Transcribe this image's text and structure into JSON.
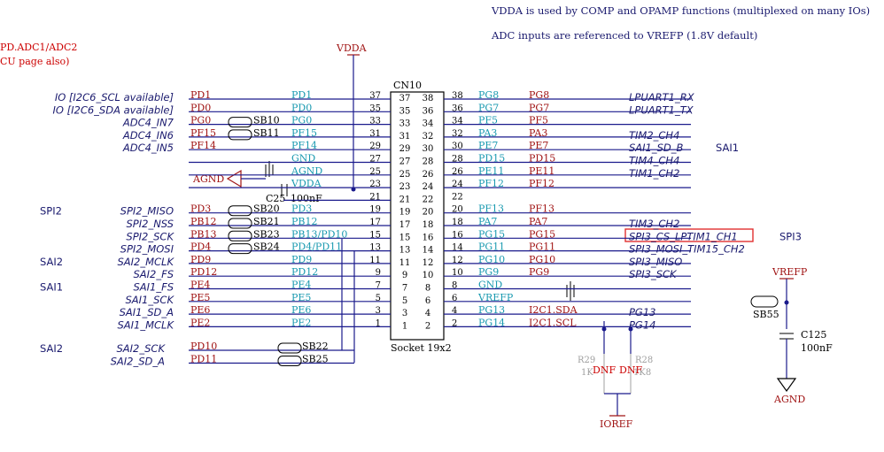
{
  "notes": {
    "vdda_note": "VDDA is used by COMP and OPAMP functions (multiplexed on many IOs)",
    "adc_note": "ADC inputs are referenced to VREFP (1.8V default)",
    "red_note_1": "PD.ADC1/ADC2",
    "red_note_2": "CU page also)"
  },
  "connector": {
    "ref": "CN10",
    "footprint": "Socket 19x2"
  },
  "power": {
    "vdda": "VDDA",
    "agnd": "AGND",
    "vrefp": "VREFP",
    "ioref": "IOREF",
    "c25": "C25",
    "c25_val": "100nF",
    "c125": "C125",
    "c125_val": "100nF",
    "sb55": "SB55",
    "r29": "R29",
    "r29_val": "1K",
    "r28": "R28",
    "r28_val": "1K8",
    "dnf1": "DNF",
    "dnf2": "DNF"
  },
  "left_rows": [
    {
      "group": "",
      "func": "IO [I2C6_SCL available]",
      "sig": "PD1",
      "sb": "",
      "net": "PD1",
      "pin": "37",
      "ipin": "37"
    },
    {
      "group": "",
      "func": "IO [I2C6_SDA available]",
      "sig": "PD0",
      "sb": "",
      "net": "PD0",
      "pin": "35",
      "ipin": "35"
    },
    {
      "group": "",
      "func": "ADC4_IN7",
      "sig": "PG0",
      "sb": "SB10",
      "net": "PG0",
      "pin": "33",
      "ipin": "33"
    },
    {
      "group": "",
      "func": "ADC4_IN6",
      "sig": "PF15",
      "sb": "SB11",
      "net": "PF15",
      "pin": "31",
      "ipin": "31"
    },
    {
      "group": "",
      "func": "ADC4_IN5",
      "sig": "PF14",
      "sb": "",
      "net": "PF14",
      "pin": "29",
      "ipin": "29"
    },
    {
      "group": "",
      "func": "",
      "sig": "",
      "sb": "",
      "net": "GND",
      "pin": "27",
      "ipin": "27"
    },
    {
      "group": "",
      "func": "",
      "sig": "",
      "sb": "",
      "net": "AGND",
      "pin": "25",
      "ipin": "25"
    },
    {
      "group": "",
      "func": "",
      "sig": "",
      "sb": "",
      "net": "VDDA",
      "pin": "23",
      "ipin": "23"
    },
    {
      "group": "",
      "func": "",
      "sig": "",
      "sb": "",
      "net": "",
      "pin": "21",
      "ipin": "21"
    },
    {
      "group": "SPI2",
      "func": "SPI2_MISO",
      "sig": "PD3",
      "sb": "SB20",
      "net": "PD3",
      "pin": "19",
      "ipin": "19"
    },
    {
      "group": "",
      "func": "SPI2_NSS",
      "sig": "PB12",
      "sb": "SB21",
      "net": "PB12",
      "pin": "17",
      "ipin": "17"
    },
    {
      "group": "",
      "func": "SPI2_SCK",
      "sig": "PB13",
      "sb": "SB23",
      "net": "PB13/PD10",
      "pin": "15",
      "ipin": "15"
    },
    {
      "group": "",
      "func": "SPI2_MOSI",
      "sig": "PD4",
      "sb": "SB24",
      "net": "PD4/PD11",
      "pin": "13",
      "ipin": "13"
    },
    {
      "group": "SAI2",
      "func": "SAI2_MCLK",
      "sig": "PD9",
      "sb": "",
      "net": "PD9",
      "pin": "11",
      "ipin": "11"
    },
    {
      "group": "",
      "func": "SAI2_FS",
      "sig": "PD12",
      "sb": "",
      "net": "PD12",
      "pin": "9",
      "ipin": "9"
    },
    {
      "group": "SAI1",
      "func": "SAI1_FS",
      "sig": "PE4",
      "sb": "",
      "net": "PE4",
      "pin": "7",
      "ipin": "7"
    },
    {
      "group": "",
      "func": "SAI1_SCK",
      "sig": "PE5",
      "sb": "",
      "net": "PE5",
      "pin": "5",
      "ipin": "5"
    },
    {
      "group": "",
      "func": "SAI1_SD_A",
      "sig": "PE6",
      "sb": "",
      "net": "PE6",
      "pin": "3",
      "ipin": "3"
    },
    {
      "group": "",
      "func": "SAI1_MCLK",
      "sig": "PE2",
      "sb": "",
      "net": "PE2",
      "pin": "1",
      "ipin": "1"
    }
  ],
  "right_rows": [
    {
      "ipin": "38",
      "pin": "38",
      "net": "PG8",
      "sig": "PG8",
      "func": "LPUART1_RX",
      "group": ""
    },
    {
      "ipin": "36",
      "pin": "36",
      "net": "PG7",
      "sig": "PG7",
      "func": "LPUART1_TX",
      "group": ""
    },
    {
      "ipin": "34",
      "pin": "34",
      "net": "PF5",
      "sig": "PF5",
      "func": "",
      "group": ""
    },
    {
      "ipin": "32",
      "pin": "32",
      "net": "PA3",
      "sig": "PA3",
      "func": "TIM2_CH4",
      "group": ""
    },
    {
      "ipin": "30",
      "pin": "30",
      "net": "PE7",
      "sig": "PE7",
      "func": "SAI1_SD_B",
      "group": "SAI1"
    },
    {
      "ipin": "28",
      "pin": "28",
      "net": "PD15",
      "sig": "PD15",
      "func": "TIM4_CH4",
      "group": ""
    },
    {
      "ipin": "26",
      "pin": "26",
      "net": "PE11",
      "sig": "PE11",
      "func": "TIM1_CH2",
      "group": ""
    },
    {
      "ipin": "24",
      "pin": "24",
      "net": "PF12",
      "sig": "PF12",
      "func": "",
      "group": ""
    },
    {
      "ipin": "22",
      "pin": "22",
      "net": "",
      "sig": "",
      "func": "",
      "group": ""
    },
    {
      "ipin": "20",
      "pin": "20",
      "net": "PF13",
      "sig": "PF13",
      "func": "",
      "group": ""
    },
    {
      "ipin": "18",
      "pin": "18",
      "net": "PA7",
      "sig": "PA7",
      "func": "TIM3_CH2",
      "group": ""
    },
    {
      "ipin": "16",
      "pin": "16",
      "net": "PG15",
      "sig": "PG15",
      "func": "SPI3_CS_LPTIM1_CH1",
      "group": "SPI3"
    },
    {
      "ipin": "14",
      "pin": "14",
      "net": "PG11",
      "sig": "PG11",
      "func": "SPI3_MOSI_TIM15_CH2",
      "group": ""
    },
    {
      "ipin": "12",
      "pin": "12",
      "net": "PG10",
      "sig": "PG10",
      "func": "SPI3_MISO",
      "group": ""
    },
    {
      "ipin": "10",
      "pin": "10",
      "net": "PG9",
      "sig": "PG9",
      "func": "SPI3_SCK",
      "group": ""
    },
    {
      "ipin": "8",
      "pin": "8",
      "net": "GND",
      "sig": "",
      "func": "",
      "group": ""
    },
    {
      "ipin": "6",
      "pin": "6",
      "net": "VREFP",
      "sig": "",
      "func": "",
      "group": ""
    },
    {
      "ipin": "4",
      "pin": "4",
      "net": "PG13",
      "sig": "I2C1.SDA",
      "func": "PG13",
      "group": ""
    },
    {
      "ipin": "2",
      "pin": "2",
      "net": "PG14",
      "sig": "I2C1.SCL",
      "func": "PG14",
      "group": ""
    }
  ],
  "extra_rows": [
    {
      "group": "SAI2",
      "func": "SAI2_SCK",
      "sig": "PD10",
      "sb": "SB22"
    },
    {
      "group": "",
      "func": "SAI2_SD_A",
      "sig": "PD11",
      "sb": "SB25"
    }
  ],
  "colors": {
    "wire": "#1a1a8c",
    "signal": "#a01414",
    "net": "#1a9ab0",
    "highlight": "#e03030"
  }
}
